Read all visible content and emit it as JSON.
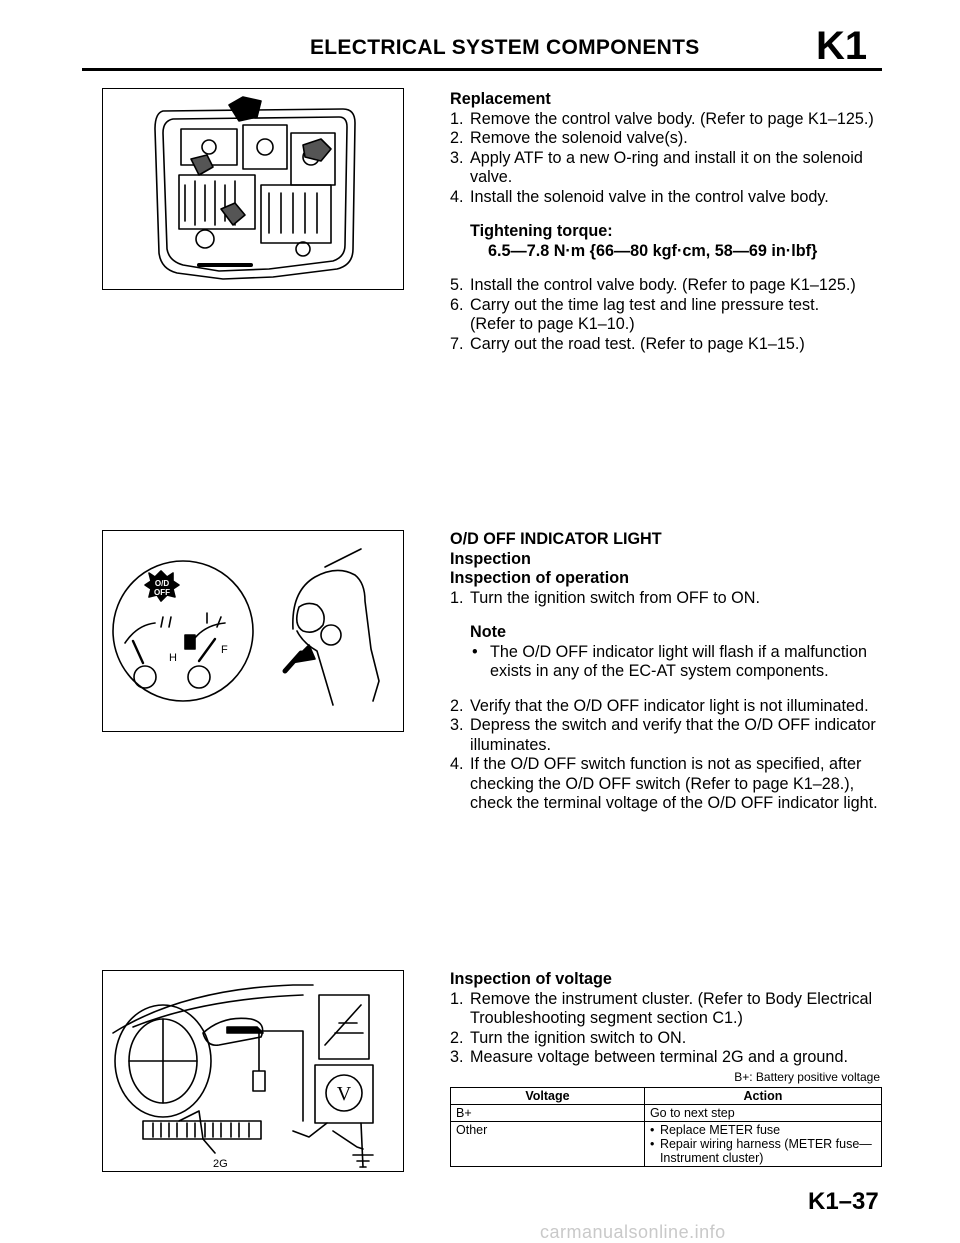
{
  "header": {
    "title": "ELECTRICAL SYSTEM COMPONENTS",
    "code": "K1"
  },
  "section1": {
    "heading": "Replacement",
    "steps": [
      {
        "n": "1.",
        "lines": [
          "Remove the control valve body. (Refer to page K1–125.)"
        ]
      },
      {
        "n": "2.",
        "lines": [
          "Remove the solenoid valve(s)."
        ]
      },
      {
        "n": "3.",
        "lines": [
          "Apply ATF to a new O-ring and install it on the solenoid",
          "valve."
        ]
      },
      {
        "n": "4.",
        "lines": [
          "Install the solenoid valve in the control valve body."
        ]
      }
    ],
    "torque_label": "Tightening torque:",
    "torque_value": "6.5—7.8 N·m {66—80 kgf·cm, 58—69 in·lbf}",
    "steps2": [
      {
        "n": "5.",
        "lines": [
          "Install the control valve body. (Refer to page K1–125.)"
        ]
      },
      {
        "n": "6.",
        "lines": [
          "Carry out the time lag test and line pressure test.",
          "(Refer to page K1–10.)"
        ]
      },
      {
        "n": "7.",
        "lines": [
          "Carry out the road test. (Refer to page K1–15.)"
        ]
      }
    ]
  },
  "section2": {
    "title": "O/D OFF INDICATOR LIGHT",
    "sub1": "Inspection",
    "sub2": "Inspection of operation",
    "step1": {
      "n": "1.",
      "text": "Turn the ignition switch from OFF to ON."
    },
    "note_label": "Note",
    "note_lines": [
      "The O/D OFF indicator light will flash if a malfunction",
      "exists in any of the EC-AT system components."
    ],
    "steps": [
      {
        "n": "2.",
        "lines": [
          "Verify that the O/D OFF indicator light is not illuminated."
        ]
      },
      {
        "n": "3.",
        "lines": [
          "Depress the switch and verify that the O/D OFF indicator",
          "illuminates."
        ]
      },
      {
        "n": "4.",
        "lines": [
          "If the O/D OFF switch function is not as specified, after",
          "checking the O/D OFF switch (Refer to page K1–28.),",
          "check the terminal voltage of the O/D OFF indicator light."
        ]
      }
    ],
    "fig_labels": {
      "badge_top": "O/D",
      "badge_bottom": "OFF",
      "gauge_h": "H",
      "gauge_f": "F"
    }
  },
  "section3": {
    "heading": "Inspection of voltage",
    "steps": [
      {
        "n": "1.",
        "lines": [
          "Remove the instrument cluster. (Refer to Body Electrical",
          "Troubleshooting segment section C1.)"
        ]
      },
      {
        "n": "2.",
        "lines": [
          "Turn the ignition switch to ON."
        ]
      },
      {
        "n": "3.",
        "lines": [
          "Measure voltage between terminal 2G and a ground."
        ]
      }
    ],
    "caption": "B+: Battery positive voltage",
    "table": {
      "headers": [
        "Voltage",
        "Action"
      ],
      "row1": {
        "voltage": "B+",
        "action": "Go to next step"
      },
      "row2": {
        "voltage": "Other",
        "actions": [
          "Replace METER fuse",
          "Repair wiring harness (METER fuse—Instrument cluster)"
        ]
      }
    },
    "fig_labels": {
      "terminal": "2G",
      "meter": "V"
    }
  },
  "page_number": "K1–37",
  "watermark": "carmanualsonline.info"
}
